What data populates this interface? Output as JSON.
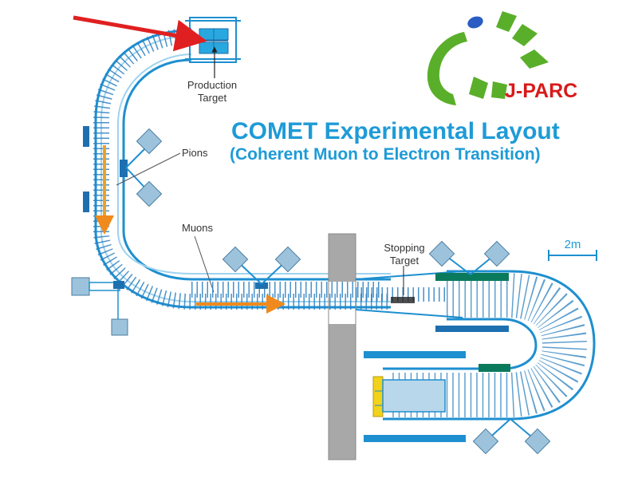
{
  "title": "COMET Experimental Layout",
  "subtitle": "(Coherent Muon to Electron Transition)",
  "logo": {
    "text": "J-PARC",
    "text_color": "#d81a1a",
    "green": "#5aaf2a",
    "blue": "#2a5cc4"
  },
  "labels": {
    "production_target_line1": "Production",
    "production_target_line2": "Target",
    "pions": "Pions",
    "muons": "Muons",
    "stopping_target_line1": "Stopping",
    "stopping_target_line2": "Target",
    "scale_bar": "2m"
  },
  "colors": {
    "beamline": "#1e8fd0",
    "beamline_light": "#9fd3ef",
    "magnet_box": "#9dc3dc",
    "proton_arrow": "#e02020",
    "pion_muon_arrow": "#f08a1c",
    "concrete": "#9a9a9a",
    "dark_green": "#0a7a5c",
    "yellow": "#f2d21a"
  }
}
